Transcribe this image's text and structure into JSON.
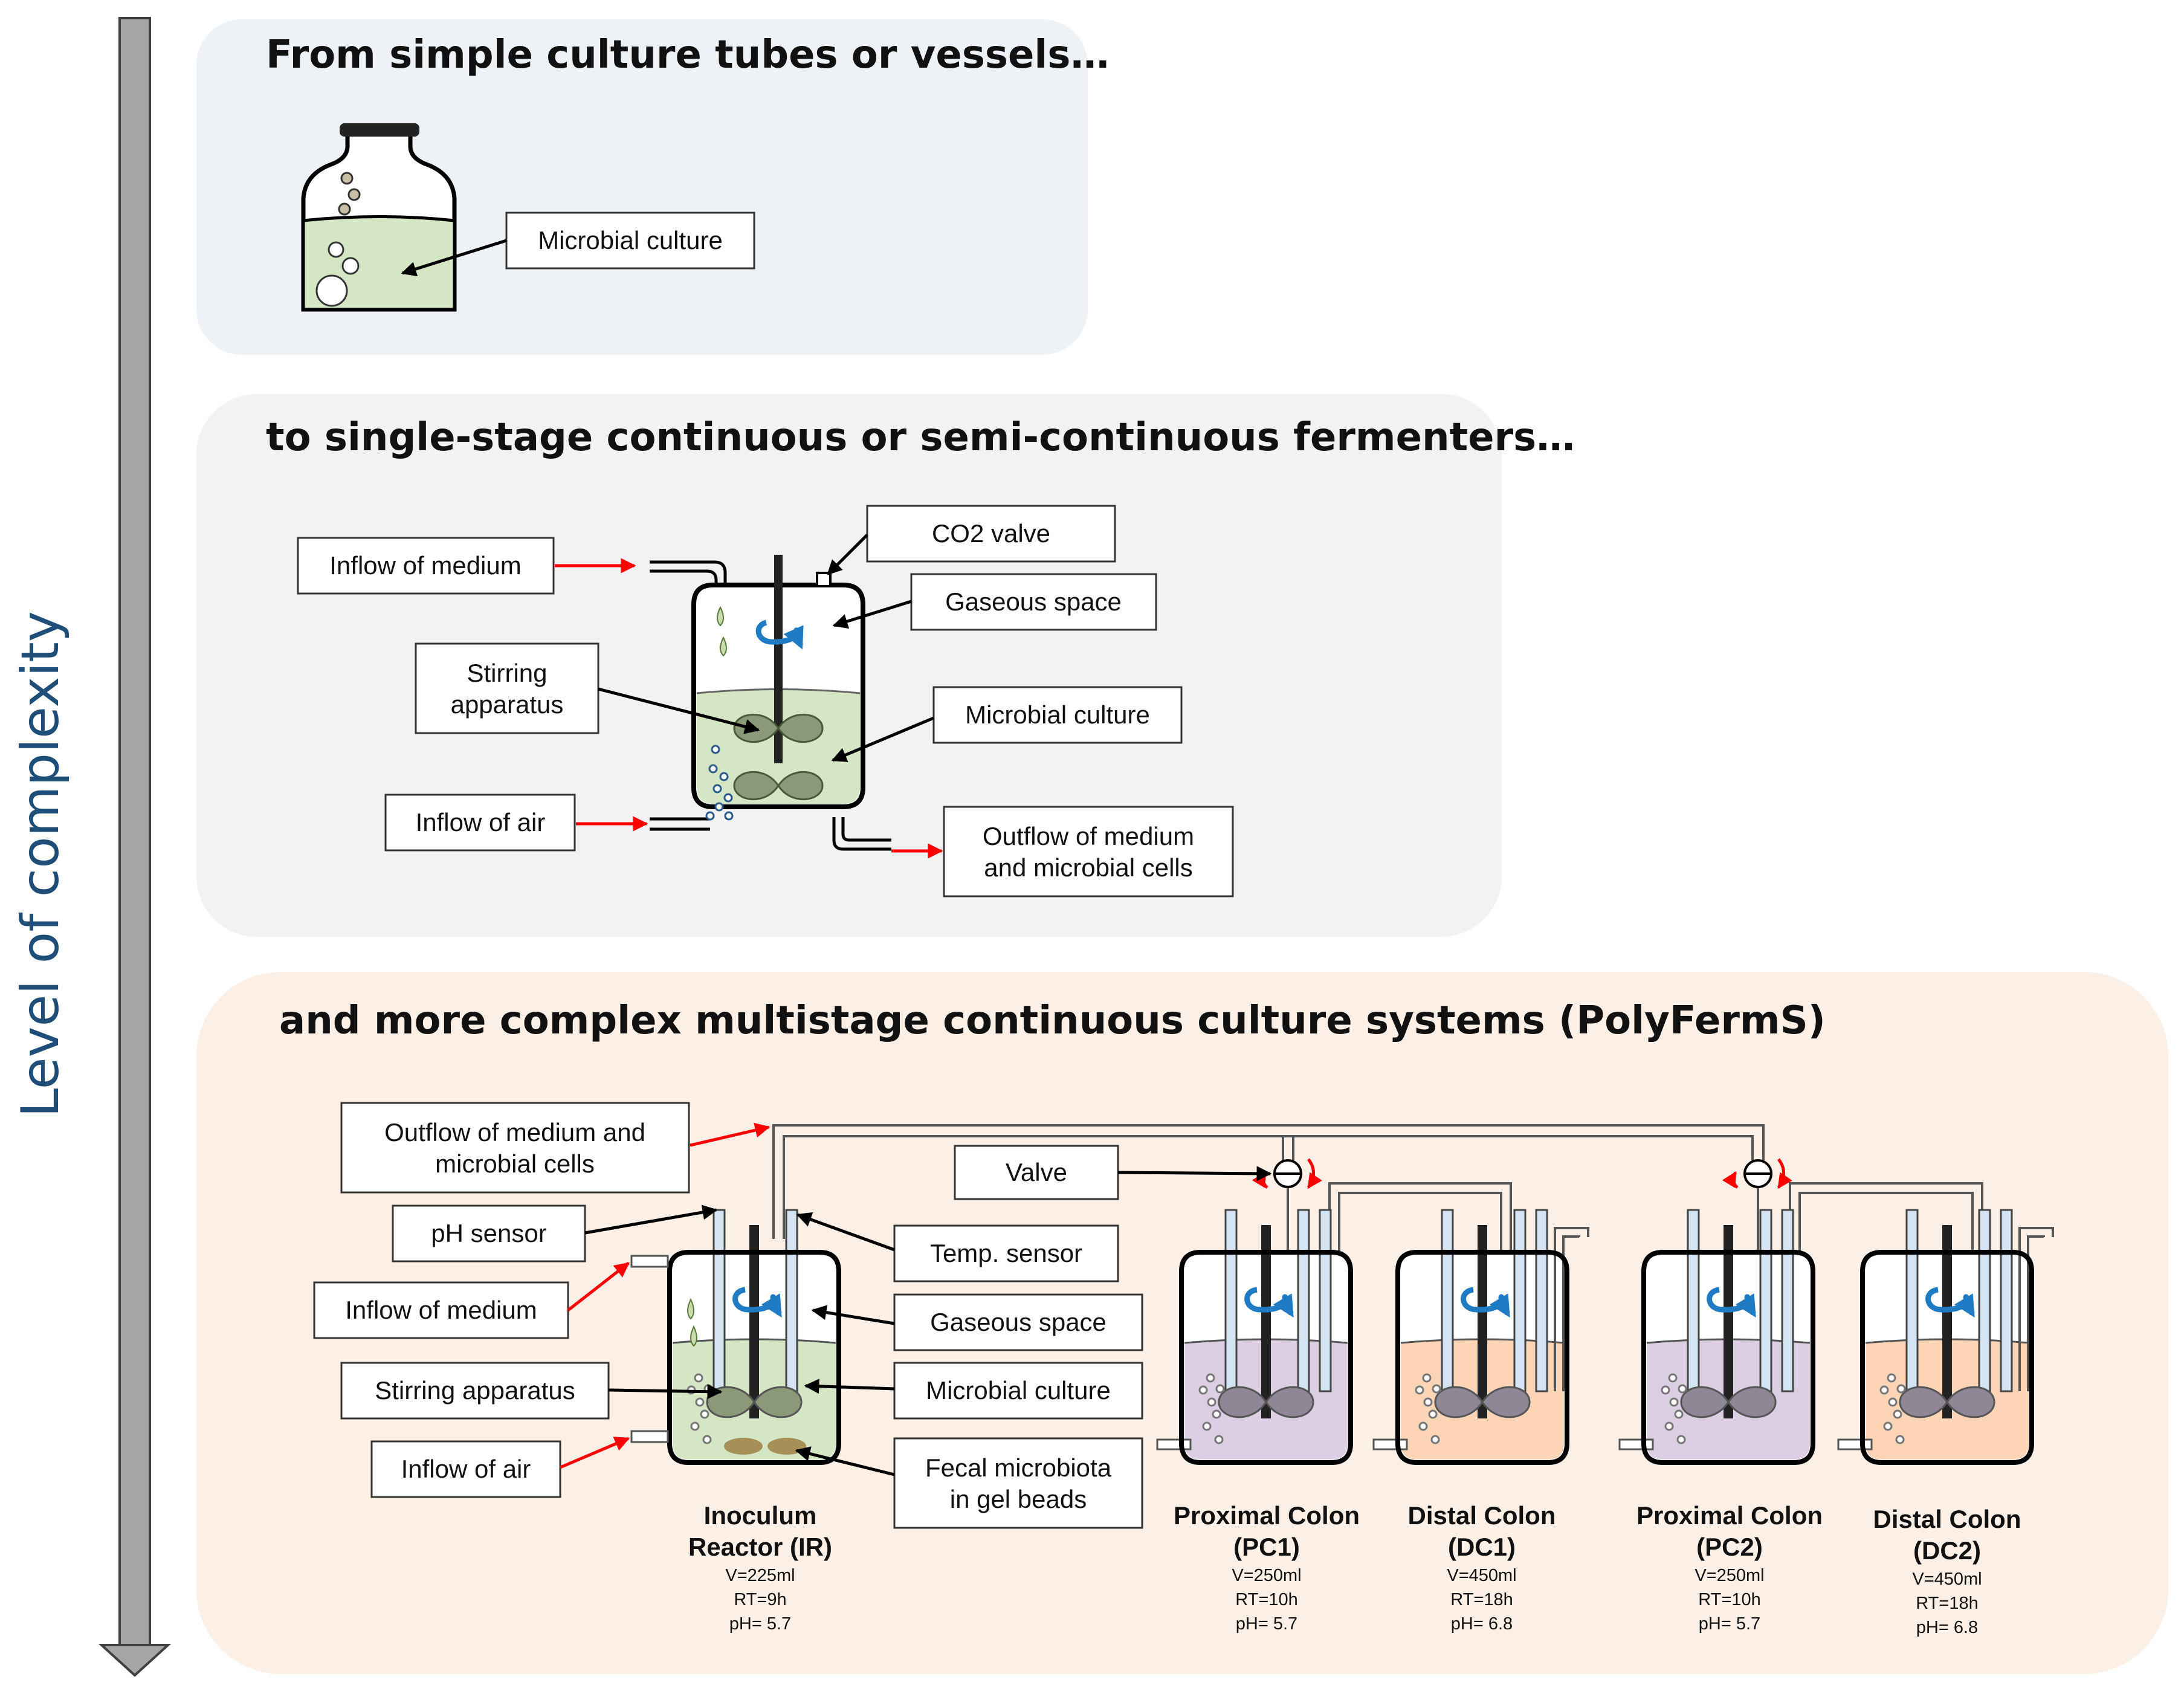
{
  "axis_label": "Level of complexity",
  "colors": {
    "panel1_bg": "#eef2f7",
    "panel2_bg": "#f2f2f2",
    "panel3_bg": "#fcefe5",
    "culture_green": "#d4e6c3",
    "culture_purple": "#dccfe3",
    "culture_orange": "#fbd5b5",
    "sensor_blue": "#d5e4f2",
    "red_arrow": "#ff0000",
    "blue_arrow": "#1f7bc4",
    "axis_text": "#1f4e79"
  },
  "panel1": {
    "title": "From simple culture tubes or vessels…",
    "labels": {
      "culture": "Microbial culture"
    }
  },
  "panel2": {
    "title": "to single-stage continuous or semi-continuous fermenters…",
    "labels": {
      "inflow_medium": "Inflow of medium",
      "co2_valve": "CO2 valve",
      "gaseous_space": "Gaseous space",
      "stirring_1": "Stirring",
      "stirring_2": "apparatus",
      "culture": "Microbial culture",
      "inflow_air": "Inflow of air",
      "outflow_1": "Outflow of medium",
      "outflow_2": "and microbial cells"
    }
  },
  "panel3": {
    "title": "and more complex multistage continuous culture systems (PolyFermS)",
    "labels": {
      "outflow_1": "Outflow of medium and",
      "outflow_2": "microbial cells",
      "ph_sensor": "pH sensor",
      "inflow_medium": "Inflow of medium",
      "stirring": "Stirring apparatus",
      "inflow_air": "Inflow of air",
      "valve": "Valve",
      "temp_sensor": "Temp. sensor",
      "gaseous_space": "Gaseous space",
      "culture": "Microbial culture",
      "fecal_1": "Fecal microbiota",
      "fecal_2": "in gel beads"
    },
    "reactors": [
      {
        "name_1": "Inoculum",
        "name_2": "Reactor (IR)",
        "v": "V=225ml",
        "rt": "RT=9h",
        "ph": "pH= 5.7"
      },
      {
        "name_1": "Proximal Colon",
        "name_2": "(PC1)",
        "v": "V=250ml",
        "rt": "RT=10h",
        "ph": "pH= 5.7"
      },
      {
        "name_1": "Distal Colon",
        "name_2": "(DC1)",
        "v": "V=450ml",
        "rt": "RT=18h",
        "ph": "pH= 6.8"
      },
      {
        "name_1": "Proximal Colon",
        "name_2": "(PC2)",
        "v": "V=250ml",
        "rt": "RT=10h",
        "ph": "pH= 5.7"
      },
      {
        "name_1": "Distal Colon",
        "name_2": "(DC2)",
        "v": "V=450ml",
        "rt": "RT=18h",
        "ph": "pH= 6.8"
      }
    ]
  }
}
